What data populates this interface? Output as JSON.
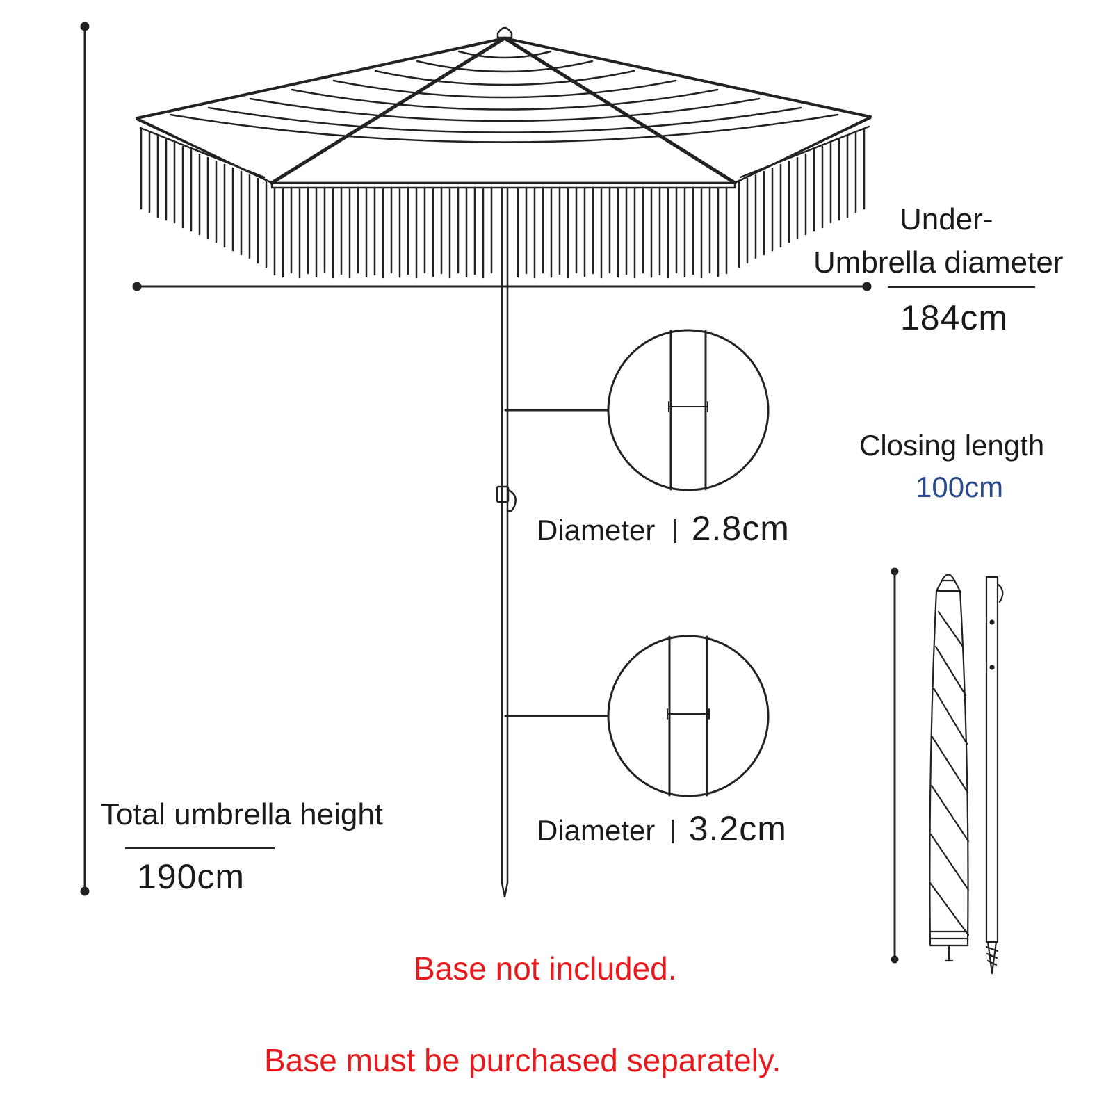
{
  "labels": {
    "diameter_under_line1": "Under-",
    "diameter_under_line2": "Umbrella diameter",
    "diameter_value": "184cm",
    "closing_label": "Closing length",
    "closing_value": "100cm",
    "pole_top_label": "Diameter",
    "pole_top_value": "2.8cm",
    "pole_bottom_label": "Diameter",
    "pole_bottom_value": "3.2cm",
    "height_label": "Total umbrella height",
    "height_value": "190cm",
    "notice_line1": "Base not included.",
    "notice_line2": "Base must be purchased separately."
  },
  "colors": {
    "line": "#222222",
    "accent_blue": "#2b4a8a",
    "notice_red": "#e8191d"
  }
}
